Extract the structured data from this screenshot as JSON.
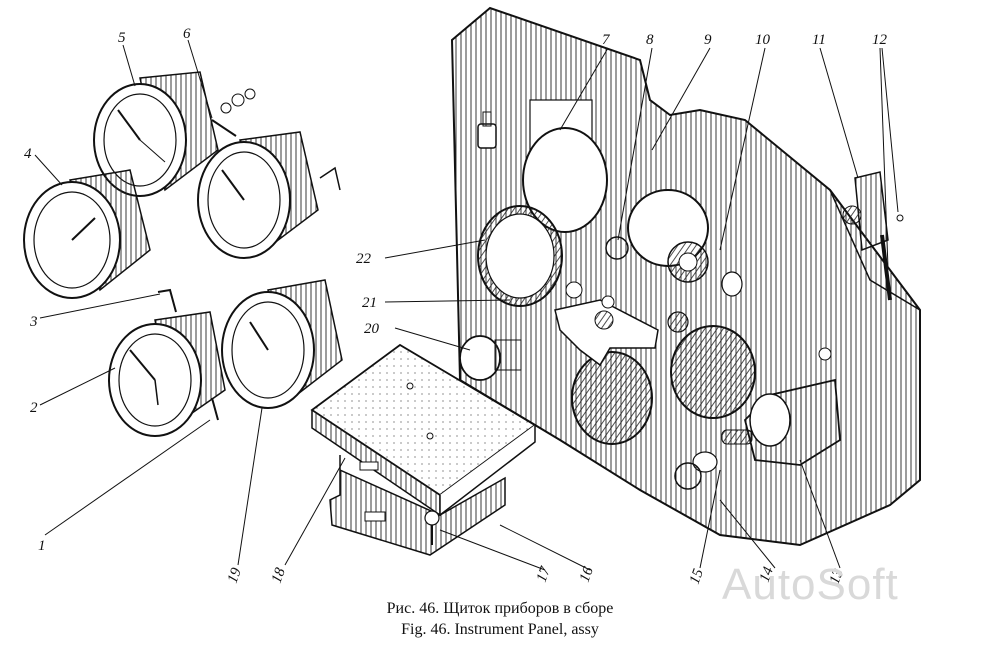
{
  "caption": {
    "ru": "Рис. 46. Щиток приборов в сборе",
    "en": "Fig. 46. Instrument Panel, assy"
  },
  "watermark": "AutoSoft",
  "callouts": [
    "1",
    "2",
    "3",
    "4",
    "5",
    "6",
    "7",
    "8",
    "9",
    "10",
    "11",
    "12",
    "13",
    "14",
    "15",
    "16",
    "17",
    "18",
    "19",
    "20",
    "21",
    "22"
  ],
  "colors": {
    "ink": "#111111",
    "paper": "#ffffff",
    "watermark": "#d9d9d9"
  }
}
